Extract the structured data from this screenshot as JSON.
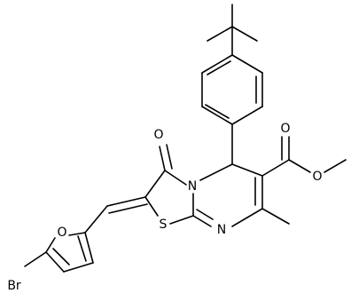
{
  "molecule": {
    "atoms": {
      "oxo": "O",
      "n_ring": "N",
      "s_ring": "S",
      "n_imine": "N",
      "furan_o": "O",
      "br": "Br",
      "ester_o_carbonyl": "O",
      "ester_o_ether": "O"
    }
  },
  "colors": {
    "bond": "#000000",
    "background": "#ffffff"
  }
}
